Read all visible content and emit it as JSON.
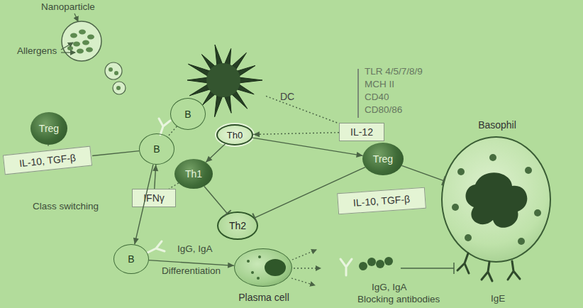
{
  "diagram": {
    "nodes": [
      {
        "text": [
          "DC"
        ]
      },
      {
        "text": [
          "B"
        ]
      },
      {
        "text": [
          "Th0"
        ]
      },
      {
        "text": [
          "IL-12"
        ]
      },
      {
        "text": [
          "Treg"
        ]
      },
      {
        "text": [
          "IL-10, TGF-β"
        ]
      },
      {
        "text": [
          "B"
        ]
      },
      {
        "text": [
          "Th1"
        ]
      },
      {
        "text": [
          "IFNγ"
        ]
      },
      {
        "text": [
          "Treg"
        ]
      },
      {
        "text": [
          "IL-10, TGF-β"
        ]
      },
      {
        "text": [
          "Th2"
        ]
      },
      {
        "text": [
          "Basophil"
        ]
      },
      {
        "text": [
          "B"
        ]
      },
      {
        "text": [
          "Plasma cell"
        ]
      }
    ],
    "edges": [
      {
        "from": 4,
        "to": 5,
        "arrow": "none"
      },
      {
        "from": 5,
        "to": 6,
        "arrow": "none"
      },
      {
        "from": 0,
        "to": 3,
        "arrow": "none"
      },
      {
        "from": 3,
        "to": 2,
        "arrow": "to"
      },
      {
        "from": 1,
        "to": 6,
        "arrow": "none"
      },
      {
        "from": 2,
        "to": 7,
        "arrow": "to"
      },
      {
        "from": 2,
        "to": 9,
        "arrow": "to"
      },
      {
        "from": 7,
        "to": 8,
        "arrow": "none"
      },
      {
        "from": 8,
        "to": 6,
        "arrow": "to"
      },
      {
        "from": 7,
        "to": 11,
        "arrow": "to"
      },
      {
        "from": 9,
        "to": 11,
        "arrow": "to"
      },
      {
        "from": 9,
        "to": 12,
        "arrow": "to"
      },
      {
        "from": 6,
        "to": 13,
        "arrow": "to"
      },
      {
        "from": 13,
        "to": 14,
        "arrow": "to"
      }
    ],
    "labels": [
      "Nanoparticle",
      "Allergens",
      "TLR 4/5/7/8/9",
      "MCH II",
      "CD40",
      "CD80/86",
      "Class switching",
      "IgG, IgA",
      "Differentiation",
      "IgG, IgA",
      "Blocking antibodies",
      "IgE"
    ]
  }
}
